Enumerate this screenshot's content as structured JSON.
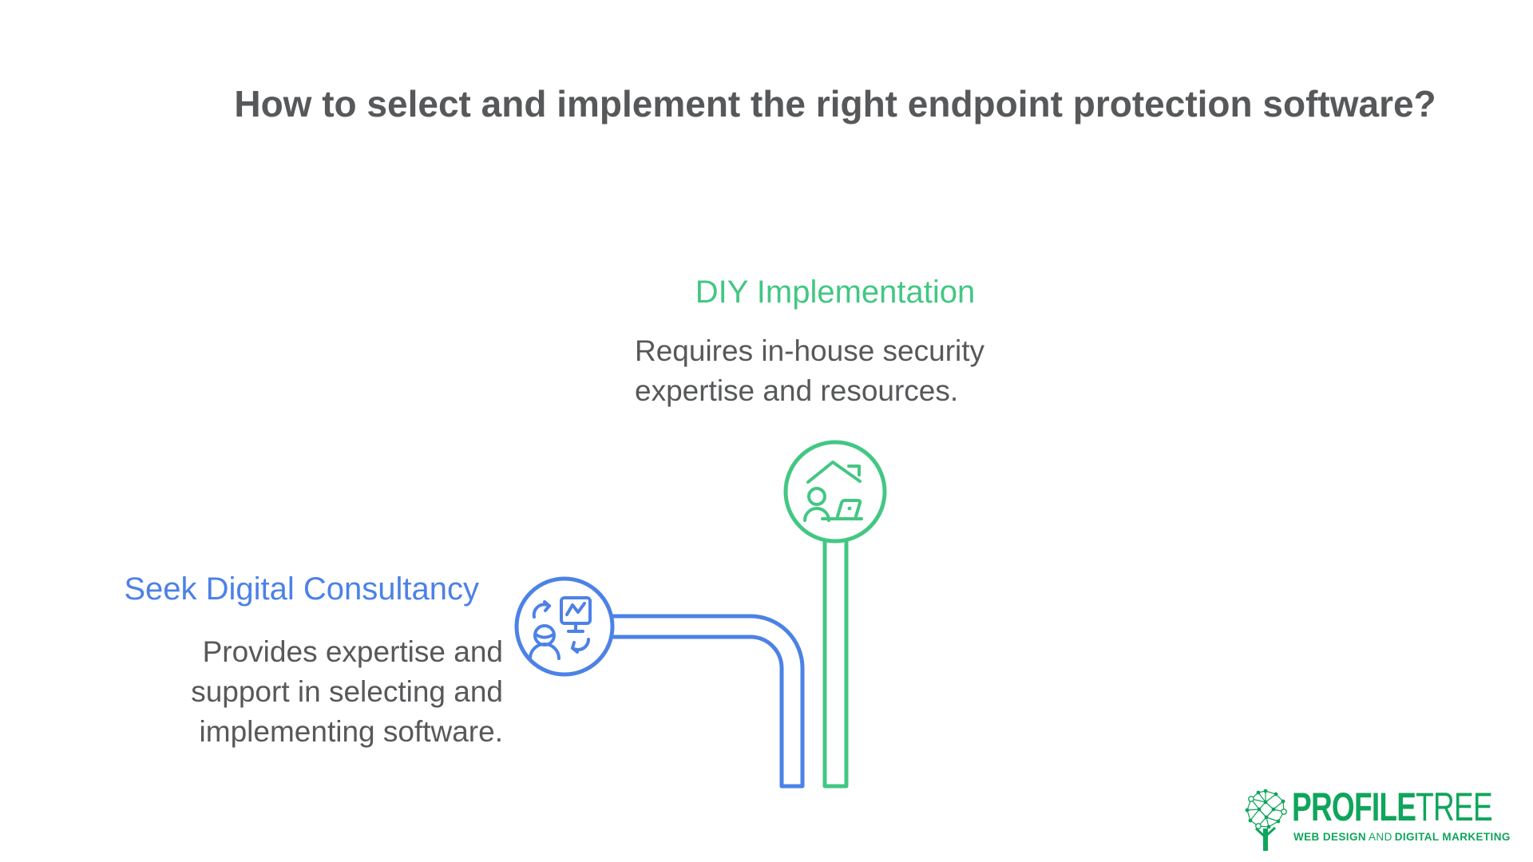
{
  "title": "How to select and implement the right endpoint protection software?",
  "colors": {
    "green": "#43c783",
    "blue": "#4c82e6",
    "text": "#57585a",
    "logo-green": "#10a55c",
    "background": "#ffffff"
  },
  "diy": {
    "heading": "DIY Implementation",
    "body": [
      "Requires in-house security",
      "expertise and resources."
    ],
    "icon": "home-office-icon"
  },
  "consultancy": {
    "heading": "Seek Digital Consultancy",
    "body": [
      "Provides expertise and",
      "support in selecting and",
      "implementing software."
    ],
    "icon": "consultancy-icon"
  },
  "logo": {
    "brand_bold": "PROFILE",
    "brand_light": "TREE",
    "tagline": [
      "WEB DESIGN",
      "AND",
      "DIGITAL MARKETING"
    ]
  }
}
